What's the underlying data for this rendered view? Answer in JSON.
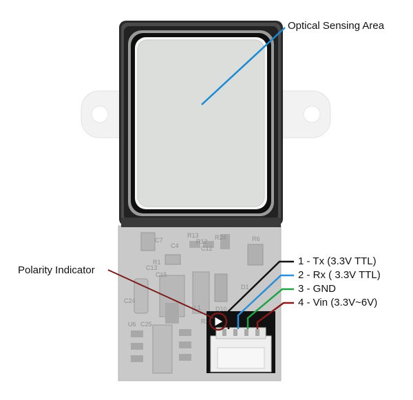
{
  "callouts": {
    "optical": "Optical Sensing Area",
    "polarity": "Polarity Indicator"
  },
  "pins": [
    {
      "label": "1 - Tx (3.3V TTL)",
      "color": "#111111"
    },
    {
      "label": "2 - Rx ( 3.3V TTL)",
      "color": "#2a8fd8"
    },
    {
      "label": "3 - GND",
      "color": "#22a347"
    },
    {
      "label": "4 - Vin (3.3V~6V)",
      "color": "#8a1a1a"
    }
  ],
  "board_silkscreen": [
    "C7",
    "C4",
    "R13",
    "R12",
    "C12",
    "R24",
    "R6",
    "C13",
    "C15",
    "R1",
    "C24",
    "D10",
    "L1",
    "U6",
    "C25",
    "R2",
    "D1"
  ],
  "colors": {
    "leader_optical": "#1a8ad4",
    "leader_polarity": "#7a1a1a",
    "board": "#c8c8c8",
    "bezel": "#1a1a1a"
  }
}
